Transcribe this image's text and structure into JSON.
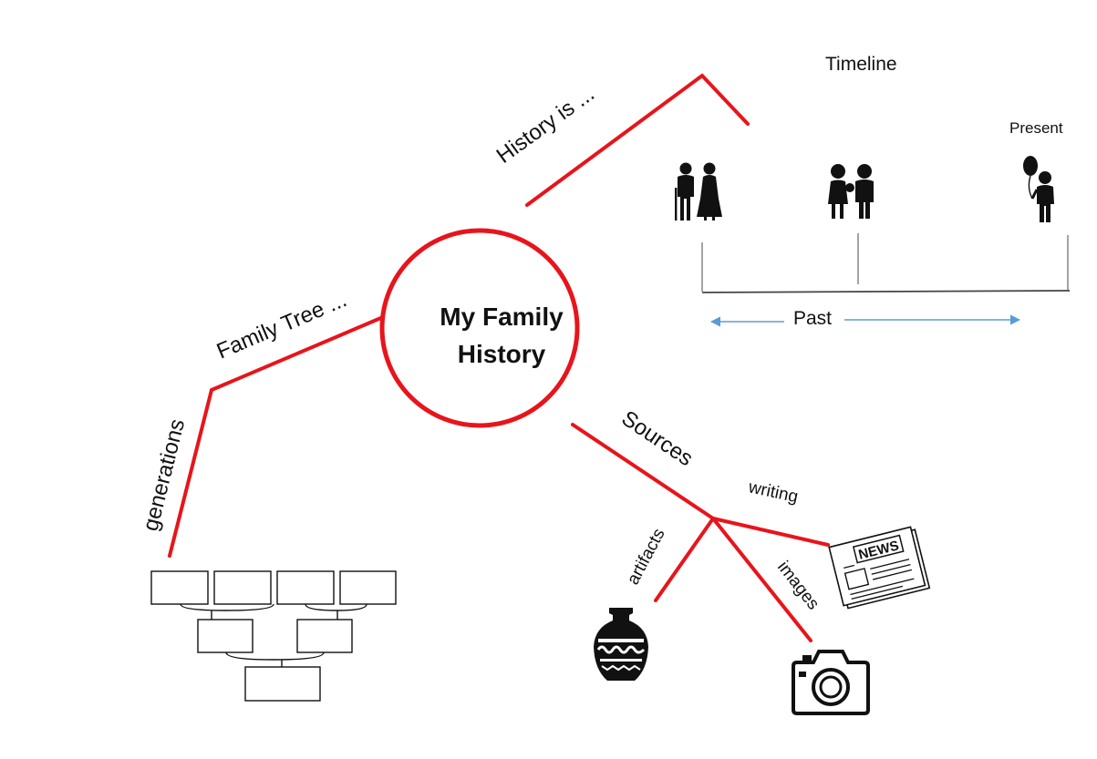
{
  "diagram": {
    "center_title_line1": "My Family",
    "center_title_line2": "History",
    "branches": {
      "history_is": "History is ...",
      "family_tree": "Family Tree ...",
      "generations": "generations",
      "sources": "Sources",
      "writing": "writing",
      "artifacts": "artifacts",
      "images": "images"
    },
    "timeline": {
      "title": "Timeline",
      "present": "Present",
      "past": "Past"
    },
    "icons": {
      "newspaper_text": "NEWS",
      "elderly": "elderly-couple-icon",
      "family": "family-couple-icon",
      "child": "child-balloon-icon",
      "vase": "vase-icon",
      "camera": "camera-icon",
      "newspaper": "newspaper-icon",
      "family_tree": "family-tree-chart"
    },
    "colors": {
      "branch": "#e8141b",
      "arrow": "#5b9bd5",
      "ink": "#111111"
    }
  }
}
